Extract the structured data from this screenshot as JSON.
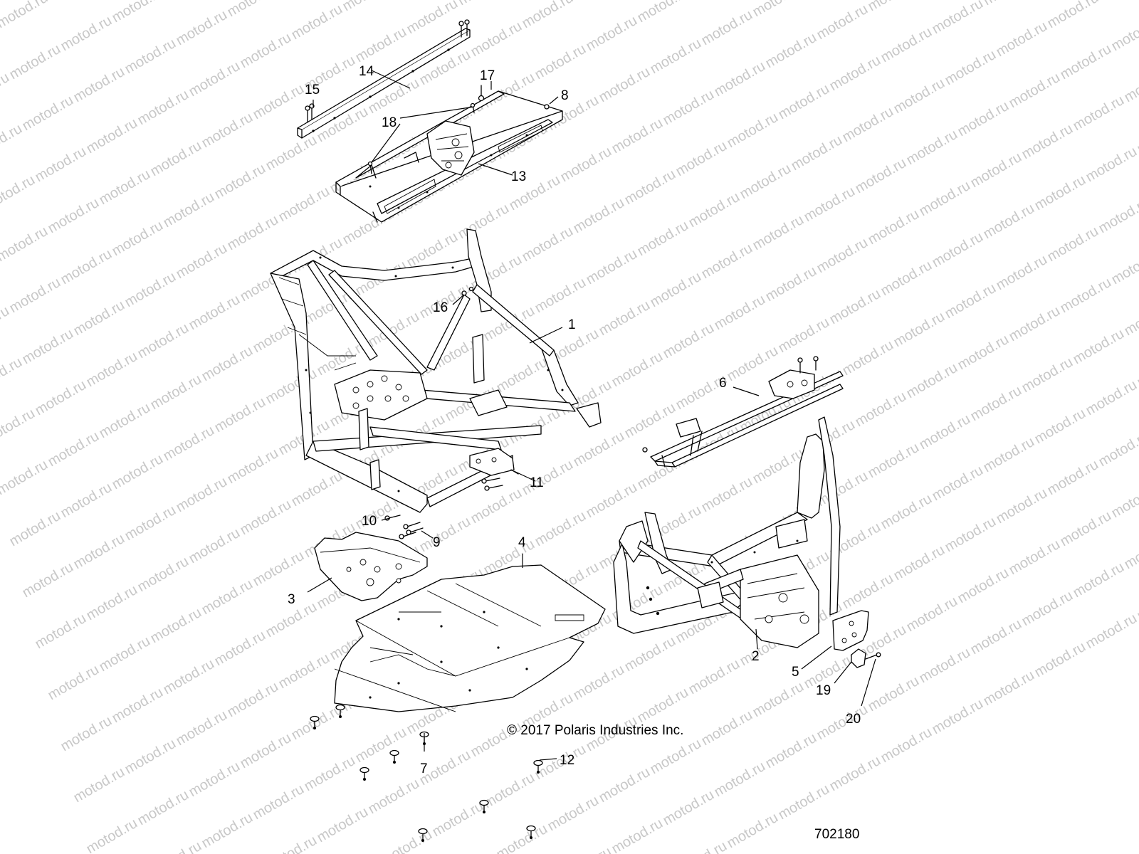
{
  "watermark": {
    "text": "motod.ru"
  },
  "copyright": "© 2017 Polaris Industries Inc.",
  "part_number": "702180",
  "callouts": [
    {
      "id": "c1",
      "label": "1",
      "part": "main-frame"
    },
    {
      "id": "c2",
      "label": "2",
      "part": "front-frame"
    },
    {
      "id": "c3",
      "label": "3",
      "part": "rear-skid-plate"
    },
    {
      "id": "c4",
      "label": "4",
      "part": "center-skid-plate"
    },
    {
      "id": "c5",
      "label": "5",
      "part": "tow-bracket"
    },
    {
      "id": "c6",
      "label": "6",
      "part": "front-rail-assembly"
    },
    {
      "id": "c7",
      "label": "7",
      "part": "push-fastener"
    },
    {
      "id": "c8",
      "label": "8",
      "part": "nut"
    },
    {
      "id": "c9",
      "label": "9",
      "part": "bolt"
    },
    {
      "id": "c10",
      "label": "10",
      "part": "bolt"
    },
    {
      "id": "c11",
      "label": "11",
      "part": "bolt"
    },
    {
      "id": "c12",
      "label": "12",
      "part": "fastener"
    },
    {
      "id": "c13",
      "label": "13",
      "part": "rear-rail-assembly"
    },
    {
      "id": "c14",
      "label": "14",
      "part": "cross-bar"
    },
    {
      "id": "c15",
      "label": "15",
      "part": "bolt"
    },
    {
      "id": "c16",
      "label": "16",
      "part": "nut"
    },
    {
      "id": "c17",
      "label": "17",
      "part": "bolt"
    },
    {
      "id": "c18",
      "label": "18",
      "part": "bolt"
    },
    {
      "id": "c19",
      "label": "19",
      "part": "tow-hook"
    },
    {
      "id": "c20",
      "label": "20",
      "part": "bolt"
    }
  ]
}
